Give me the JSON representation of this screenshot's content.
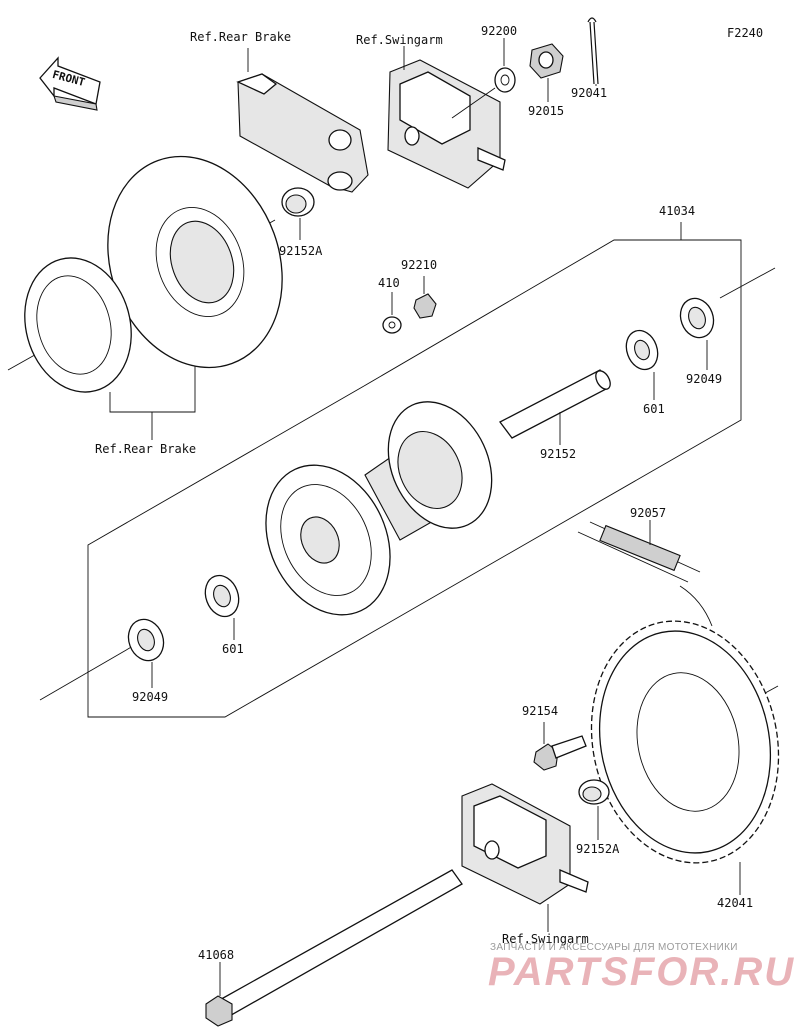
{
  "diagram": {
    "code": "F2240",
    "front_label": "FRONT",
    "parts": [
      {
        "key": "ref_rear_brake_top",
        "text": "Ref.Rear Brake"
      },
      {
        "key": "ref_swingarm_top",
        "text": "Ref.Swingarm"
      },
      {
        "key": "p92200",
        "text": "92200"
      },
      {
        "key": "p92041",
        "text": "92041"
      },
      {
        "key": "p92015",
        "text": "92015"
      },
      {
        "key": "p92152A_top",
        "text": "92152A"
      },
      {
        "key": "p41034",
        "text": "41034"
      },
      {
        "key": "p92210",
        "text": "92210"
      },
      {
        "key": "p410",
        "text": "410"
      },
      {
        "key": "p92049_right",
        "text": "92049"
      },
      {
        "key": "p601_right",
        "text": "601"
      },
      {
        "key": "p92152",
        "text": "92152"
      },
      {
        "key": "ref_rear_brake_bottom",
        "text": "Ref.Rear Brake"
      },
      {
        "key": "p92057",
        "text": "92057"
      },
      {
        "key": "p601_left",
        "text": "601"
      },
      {
        "key": "p92049_left",
        "text": "92049"
      },
      {
        "key": "p92154",
        "text": "92154"
      },
      {
        "key": "p92152A_bottom",
        "text": "92152A"
      },
      {
        "key": "p42041",
        "text": "42041"
      },
      {
        "key": "ref_swingarm_bottom",
        "text": "Ref.Swingarm"
      },
      {
        "key": "p41068",
        "text": "41068"
      }
    ]
  },
  "watermark": {
    "tagline": "ЗАПЧАСТИ И АКСЕССУАРЫ ДЛЯ МОТОТЕХНИКИ",
    "brand": "PARTSFOR.RU"
  }
}
